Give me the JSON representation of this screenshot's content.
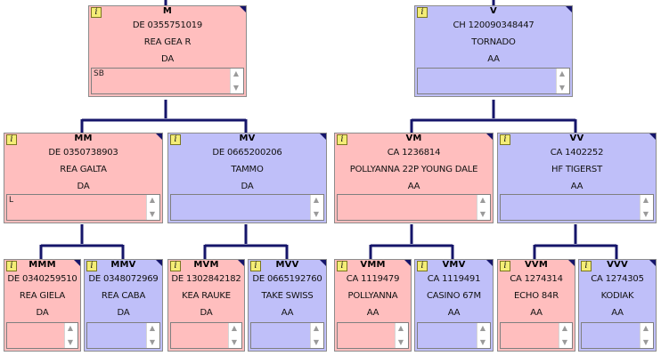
{
  "nodes": {
    "m": {
      "code": "M",
      "reg": "DE 0355751019",
      "name": "REA GEA R",
      "cls": "DA",
      "note": "SB",
      "sex": "f"
    },
    "v": {
      "code": "V",
      "reg": "CH 120090348447",
      "name": "TORNADO",
      "cls": "AA",
      "note": "",
      "sex": "m"
    },
    "mm": {
      "code": "MM",
      "reg": "DE 0350738903",
      "name": "REA GALTA",
      "cls": "DA",
      "note": "L",
      "sex": "f"
    },
    "mv": {
      "code": "MV",
      "reg": "DE 0665200206",
      "name": "TAMMO",
      "cls": "DA",
      "note": "",
      "sex": "m"
    },
    "vm": {
      "code": "VM",
      "reg": "CA 1236814",
      "name": "POLLYANNA 22P  YOUNG DALE",
      "cls": "AA",
      "note": "",
      "sex": "f"
    },
    "vv": {
      "code": "VV",
      "reg": "CA 1402252",
      "name": "HF TIGERST",
      "cls": "AA",
      "note": "",
      "sex": "m"
    },
    "mmm": {
      "code": "MMM",
      "reg": "DE 0340259510",
      "name": "REA GIELA",
      "cls": "DA",
      "note": "",
      "sex": "f"
    },
    "mmv": {
      "code": "MMV",
      "reg": "DE 0348072969",
      "name": "REA CABA",
      "cls": "DA",
      "note": "",
      "sex": "m"
    },
    "mvm": {
      "code": "MVM",
      "reg": "DE 1302842182",
      "name": "KEA RAUKE",
      "cls": "DA",
      "note": "",
      "sex": "f"
    },
    "mvv": {
      "code": "MVV",
      "reg": "DE 0665192760",
      "name": "TAKE SWISS",
      "cls": "AA",
      "note": "",
      "sex": "m"
    },
    "vmm": {
      "code": "VMM",
      "reg": "CA 1119479",
      "name": "POLLYANNA",
      "cls": "AA",
      "note": "",
      "sex": "f"
    },
    "vmv": {
      "code": "VMV",
      "reg": "CA 1119491",
      "name": "CASINO 67M",
      "cls": "AA",
      "note": "",
      "sex": "m"
    },
    "vvm": {
      "code": "VVM",
      "reg": "CA 1274314",
      "name": "ECHO 84R",
      "cls": "AA",
      "note": "",
      "sex": "f"
    },
    "vvv": {
      "code": "VVV",
      "reg": "CA 1274305",
      "name": "KODIAK",
      "cls": "AA",
      "note": "",
      "sex": "m"
    }
  },
  "icons": {
    "info": "info-icon",
    "scroll_up": "scroll-up-arrow-icon",
    "scroll_down": "scroll-down-arrow-icon"
  },
  "colors": {
    "female_bg": "#ffbebe",
    "male_bg": "#bfbff9",
    "connector": "#15156a",
    "info_bg": "#f4ed76"
  }
}
